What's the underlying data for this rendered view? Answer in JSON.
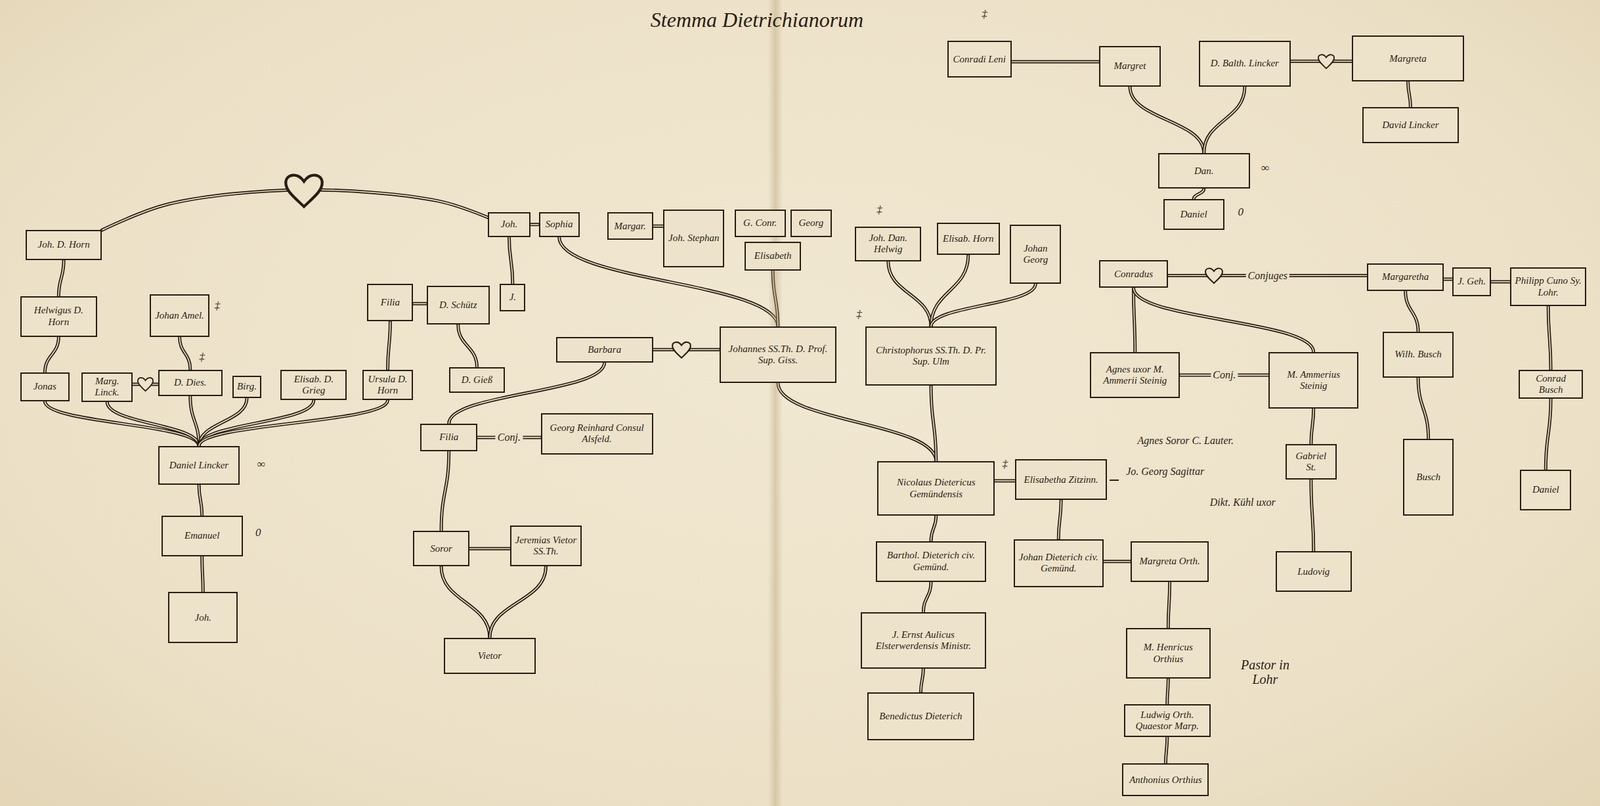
{
  "diagram": {
    "title": "Stemma Dietrichianorum",
    "nodes": [
      {
        "text": [
          "Conradi Leni"
        ]
      },
      {
        "text": [
          "Margret"
        ]
      },
      {
        "text": [
          "D. Balth. Lincker"
        ]
      },
      {
        "text": [
          "Margreta"
        ]
      },
      {
        "text": [
          "David Lincker"
        ]
      },
      {
        "text": [
          "Dan."
        ]
      },
      {
        "text": [
          "Daniel"
        ]
      },
      {
        "text": [
          "Joh. D. Horn"
        ]
      },
      {
        "text": [
          "Helwigus D. Horn"
        ]
      },
      {
        "text": [
          "Johan Amel."
        ]
      },
      {
        "text": [
          "Jonas"
        ]
      },
      {
        "text": [
          "Marg. Linck."
        ]
      },
      {
        "text": [
          "D. Dies."
        ]
      },
      {
        "text": [
          "Birg."
        ]
      },
      {
        "text": [
          "Elisab. D. Grieg"
        ]
      },
      {
        "text": [
          "Ursula D. Horn"
        ]
      },
      {
        "text": [
          "Daniel Lincker"
        ]
      },
      {
        "text": [
          "Emanuel"
        ]
      },
      {
        "text": [
          "Joh."
        ]
      },
      {
        "text": [
          "Filia"
        ]
      },
      {
        "text": [
          "D. Schütz"
        ]
      },
      {
        "text": [
          "J."
        ]
      },
      {
        "text": [
          "D. Gieß"
        ]
      },
      {
        "text": [
          "Joh."
        ]
      },
      {
        "text": [
          "Sophia"
        ]
      },
      {
        "text": [
          "Margar."
        ]
      },
      {
        "text": [
          "Joh. Stephan"
        ]
      },
      {
        "text": [
          "G. Conr."
        ]
      },
      {
        "text": [
          "Georg"
        ]
      },
      {
        "text": [
          "Elisabeth"
        ]
      },
      {
        "text": [
          "Barbara"
        ]
      },
      {
        "text": [
          "Johannes SS.Th. D. Prof. Sup. Giss."
        ]
      },
      {
        "text": [
          "Filia"
        ]
      },
      {
        "text": [
          "Georg Reinhard Consul Alsfeld."
        ]
      },
      {
        "text": [
          "Soror"
        ]
      },
      {
        "text": [
          "Jeremias Vietor SS.Th."
        ]
      },
      {
        "text": [
          "Vietor"
        ]
      },
      {
        "text": [
          "Joh. Dan. Helwig"
        ]
      },
      {
        "text": [
          "Elisab. Horn"
        ]
      },
      {
        "text": [
          "Johan Georg"
        ]
      },
      {
        "text": [
          "Christophorus SS.Th. D. Pr. Sup. Ulm"
        ]
      },
      {
        "text": [
          "Nicolaus Dietericus Gemündensis"
        ]
      },
      {
        "text": [
          "Elisabetha Zitzinn."
        ]
      },
      {
        "text": [
          "Barthol. Dieterich civ. Gemünd."
        ]
      },
      {
        "text": [
          "J. Ernst Aulicus Elsterwerdensis Ministr."
        ]
      },
      {
        "text": [
          "Benedictus Dieterich"
        ]
      },
      {
        "text": [
          "Johan Dieterich civ. Gemünd."
        ]
      },
      {
        "text": [
          "Margreta Orth."
        ]
      },
      {
        "text": [
          "M. Henricus Orthius"
        ]
      },
      {
        "text": [
          "Ludwig Orth. Quaestor Marp."
        ]
      },
      {
        "text": [
          "Anthonius Orthius"
        ]
      },
      {
        "text": [
          "Conradus"
        ]
      },
      {
        "text": [
          "Margaretha"
        ]
      },
      {
        "text": [
          "J. Geh."
        ]
      },
      {
        "text": [
          "Philipp Cuno Sy. Lohr."
        ]
      },
      {
        "text": [
          "Agnes uxor M. Ammerii Steinig"
        ]
      },
      {
        "text": [
          "M. Ammerius Steinig"
        ]
      },
      {
        "text": [
          "Gabriel St."
        ]
      },
      {
        "text": [
          "Ludovig"
        ]
      },
      {
        "text": [
          "Wilh. Busch"
        ]
      },
      {
        "text": [
          "Busch"
        ]
      },
      {
        "text": [
          "Conrad Busch"
        ]
      },
      {
        "text": [
          "Daniel"
        ]
      }
    ],
    "edges": [
      {
        "from": 0,
        "to": 1,
        "arrow": "none"
      },
      {
        "from": 2,
        "to": 3,
        "arrow": "none"
      },
      {
        "from": 3,
        "to": 4,
        "arrow": "none"
      },
      {
        "from": 1,
        "to": 5,
        "arrow": "none"
      },
      {
        "from": 2,
        "to": 5,
        "arrow": "none"
      },
      {
        "from": 5,
        "to": 6,
        "arrow": "none"
      },
      {
        "from": 7,
        "to": 23,
        "arrow": "none"
      },
      {
        "from": 7,
        "to": 8,
        "arrow": "none"
      },
      {
        "from": 8,
        "to": 10,
        "arrow": "none"
      },
      {
        "from": 9,
        "to": 12,
        "arrow": "none"
      },
      {
        "from": 11,
        "to": 12,
        "arrow": "none"
      },
      {
        "from": 10,
        "to": 16,
        "arrow": "none"
      },
      {
        "from": 11,
        "to": 16,
        "arrow": "none"
      },
      {
        "from": 12,
        "to": 16,
        "arrow": "none"
      },
      {
        "from": 13,
        "to": 16,
        "arrow": "none"
      },
      {
        "from": 14,
        "to": 16,
        "arrow": "none"
      },
      {
        "from": 15,
        "to": 16,
        "arrow": "none"
      },
      {
        "from": 16,
        "to": 17,
        "arrow": "none"
      },
      {
        "from": 17,
        "to": 18,
        "arrow": "none"
      },
      {
        "from": 19,
        "to": 20,
        "arrow": "none"
      },
      {
        "from": 19,
        "to": 15,
        "arrow": "none"
      },
      {
        "from": 20,
        "to": 22,
        "arrow": "none"
      },
      {
        "from": 23,
        "to": 24,
        "arrow": "none"
      },
      {
        "from": 23,
        "to": 21,
        "arrow": "none"
      },
      {
        "from": 25,
        "to": 26,
        "arrow": "none"
      },
      {
        "from": 24,
        "to": 31,
        "arrow": "none"
      },
      {
        "from": 29,
        "to": 31,
        "arrow": "none"
      },
      {
        "from": 30,
        "to": 31,
        "arrow": "none"
      },
      {
        "from": 30,
        "to": 32,
        "arrow": "none"
      },
      {
        "from": 32,
        "to": 33,
        "label": "Conj.",
        "arrow": "none"
      },
      {
        "from": 32,
        "to": 34,
        "arrow": "none"
      },
      {
        "from": 34,
        "to": 35,
        "arrow": "none"
      },
      {
        "from": 34,
        "to": 36,
        "arrow": "none"
      },
      {
        "from": 35,
        "to": 36,
        "arrow": "none"
      },
      {
        "from": 37,
        "to": 40,
        "arrow": "none"
      },
      {
        "from": 38,
        "to": 40,
        "arrow": "none"
      },
      {
        "from": 39,
        "to": 40,
        "arrow": "none"
      },
      {
        "from": 31,
        "to": 41,
        "arrow": "none"
      },
      {
        "from": 40,
        "to": 41,
        "arrow": "none"
      },
      {
        "from": 41,
        "to": 42,
        "arrow": "none"
      },
      {
        "from": 41,
        "to": 43,
        "arrow": "none"
      },
      {
        "from": 43,
        "to": 44,
        "arrow": "none"
      },
      {
        "from": 44,
        "to": 45,
        "arrow": "none"
      },
      {
        "from": 42,
        "to": 46,
        "arrow": "none"
      },
      {
        "from": 46,
        "to": 47,
        "arrow": "none"
      },
      {
        "from": 47,
        "to": 48,
        "arrow": "none"
      },
      {
        "from": 48,
        "to": 49,
        "arrow": "none"
      },
      {
        "from": 49,
        "to": 50,
        "arrow": "none"
      },
      {
        "from": 51,
        "to": 52,
        "label": "Conjuges",
        "arrow": "none"
      },
      {
        "from": 52,
        "to": 53,
        "arrow": "none"
      },
      {
        "from": 53,
        "to": 54,
        "arrow": "none"
      },
      {
        "from": 51,
        "to": 55,
        "arrow": "none"
      },
      {
        "from": 51,
        "to": 56,
        "arrow": "none"
      },
      {
        "from": 55,
        "to": 56,
        "label": "Conj.",
        "arrow": "none"
      },
      {
        "from": 56,
        "to": 57,
        "arrow": "none"
      },
      {
        "from": 57,
        "to": 58,
        "arrow": "none"
      },
      {
        "from": 52,
        "to": 59,
        "arrow": "none"
      },
      {
        "from": 59,
        "to": 60,
        "arrow": "none"
      },
      {
        "from": 54,
        "to": 61,
        "arrow": "none"
      },
      {
        "from": 61,
        "to": 62,
        "arrow": "none"
      }
    ],
    "labels": [
      "‡",
      "∞",
      "0",
      "‡",
      "‡",
      "∞",
      "0",
      "‡",
      "‡",
      "‡",
      "Agnes Soror C. Lauter.",
      "Jo. Georg Sagittar",
      "Dikt. Kühl uxor",
      "Pastor in Lohr"
    ]
  }
}
